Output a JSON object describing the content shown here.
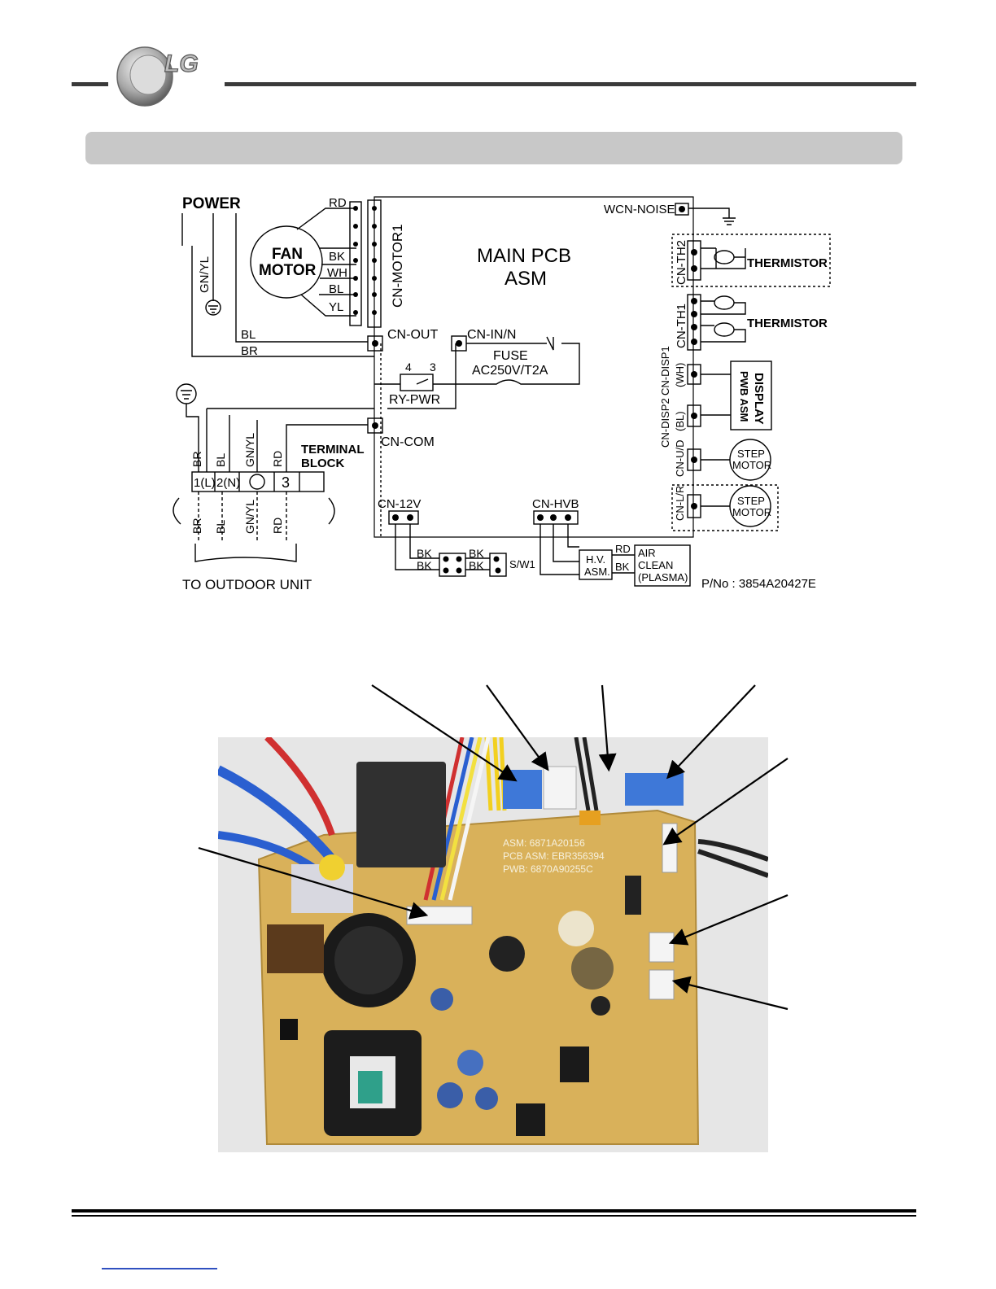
{
  "logo": {
    "text": "LG"
  },
  "schematic": {
    "power": "POWER",
    "fan_motor_line1": "FAN",
    "fan_motor_line2": "MOTOR",
    "main_pcb_line1": "MAIN PCB",
    "main_pcb_line2": "ASM",
    "cn_motor1": "CN-MOTOR1",
    "wcn_noise": "WCN-NOISE",
    "cn_th2": "CN-TH2",
    "cn_th1": "CN-TH1",
    "thermistor": "THERMISTOR",
    "cn_out": "CN-OUT",
    "cn_in_n": "CN-IN/N",
    "fuse": "FUSE",
    "fuse_rating": "AC250V/T2A",
    "ry_pwr": "RY-PWR",
    "relay_pin4": "4",
    "relay_pin3": "3",
    "cn_com": "CN-COM",
    "cn_disp1": "CN-DISP1",
    "cn_disp1_color": "(WH)",
    "cn_disp2": "CN-DISP2",
    "cn_disp2_color": "(BL)",
    "display_line1": "DISPLAY",
    "display_line2": "PWB ASM",
    "cn_ud": "CN-U/D",
    "cn_lr": "CN-L/R",
    "step_motor_line1": "STEP",
    "step_motor_line2": "MOTOR",
    "terminal_line1": "TERMINAL",
    "terminal_line2": "BLOCK",
    "term1": "1(L)",
    "term2": "2(N)",
    "term3": "3",
    "cn_12v": "CN-12V",
    "cn_hvb": "CN-HVB",
    "sw1": "S/W1",
    "hv_line1": "H.V.",
    "hv_line2": "ASM.",
    "air_line1": "AIR",
    "air_line2": "CLEAN",
    "air_line3": "(PLASMA)",
    "to_outdoor": "TO OUTDOOR UNIT",
    "part_no": "P/No : 3854A20427E",
    "wire_rd": "RD",
    "wire_bk": "BK",
    "wire_wh": "WH",
    "wire_bl": "BL",
    "wire_yl": "YL",
    "wire_br": "BR",
    "wire_gnyl": "GN/YL"
  },
  "photo": {
    "pcb_asm": "PCB ASM: EBR356394",
    "pwb": "PWB: 6870A90255C",
    "asm": "ASM: 6871A20156"
  },
  "colors": {
    "rule": "#3a3a3a",
    "section_bar": "#c8c8c8",
    "pcb": "#d9b15a",
    "footer_link": "#3050c0"
  }
}
